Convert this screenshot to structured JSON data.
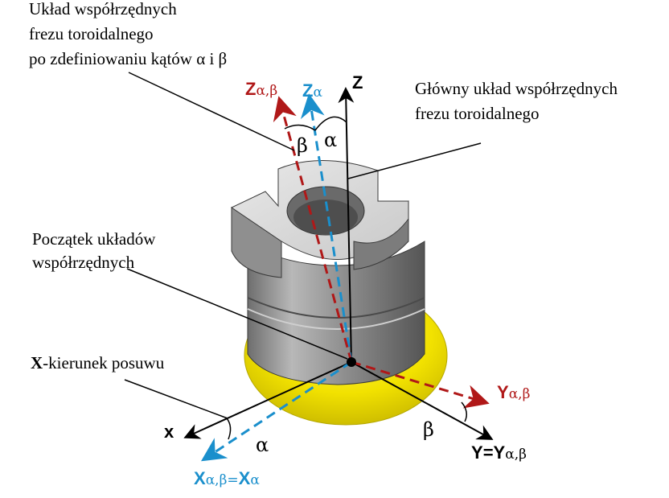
{
  "callouts": {
    "tool_after_angles": [
      "Układ współrzędnych",
      "frezu toroidalnego",
      "po zdefiniowaniu kątów α i β"
    ],
    "main_system": [
      "Główny układ współrzędnych",
      "frezu toroidalnego"
    ],
    "origin": [
      "Początek układów",
      "współrzędnych"
    ],
    "feed": {
      "bold": "X",
      "rest": "-kierunek posuwu"
    }
  },
  "axes": {
    "z": "Z",
    "z_alpha": {
      "main": "Z",
      "sub": "α"
    },
    "z_alpha_beta": {
      "main": "Z",
      "sub": "α,β"
    },
    "x": "x",
    "x_rotated": {
      "main1": "X",
      "sub1": "α,β",
      "eq": "=",
      "main2": "X",
      "sub2": "α"
    },
    "y_alpha_beta": {
      "main": "Y",
      "sub": "α,β"
    },
    "y": {
      "main1": "Y",
      "eq": "=",
      "main2": "Y",
      "sub": "α,β"
    }
  },
  "angles": {
    "alpha": "α",
    "beta": "β"
  },
  "colors": {
    "red_axis": "#b01818",
    "blue_axis": "#1a8fcc",
    "black": "#000000",
    "tool_gray": "#9a9a9a",
    "insert_yellow": "#f2e200"
  }
}
